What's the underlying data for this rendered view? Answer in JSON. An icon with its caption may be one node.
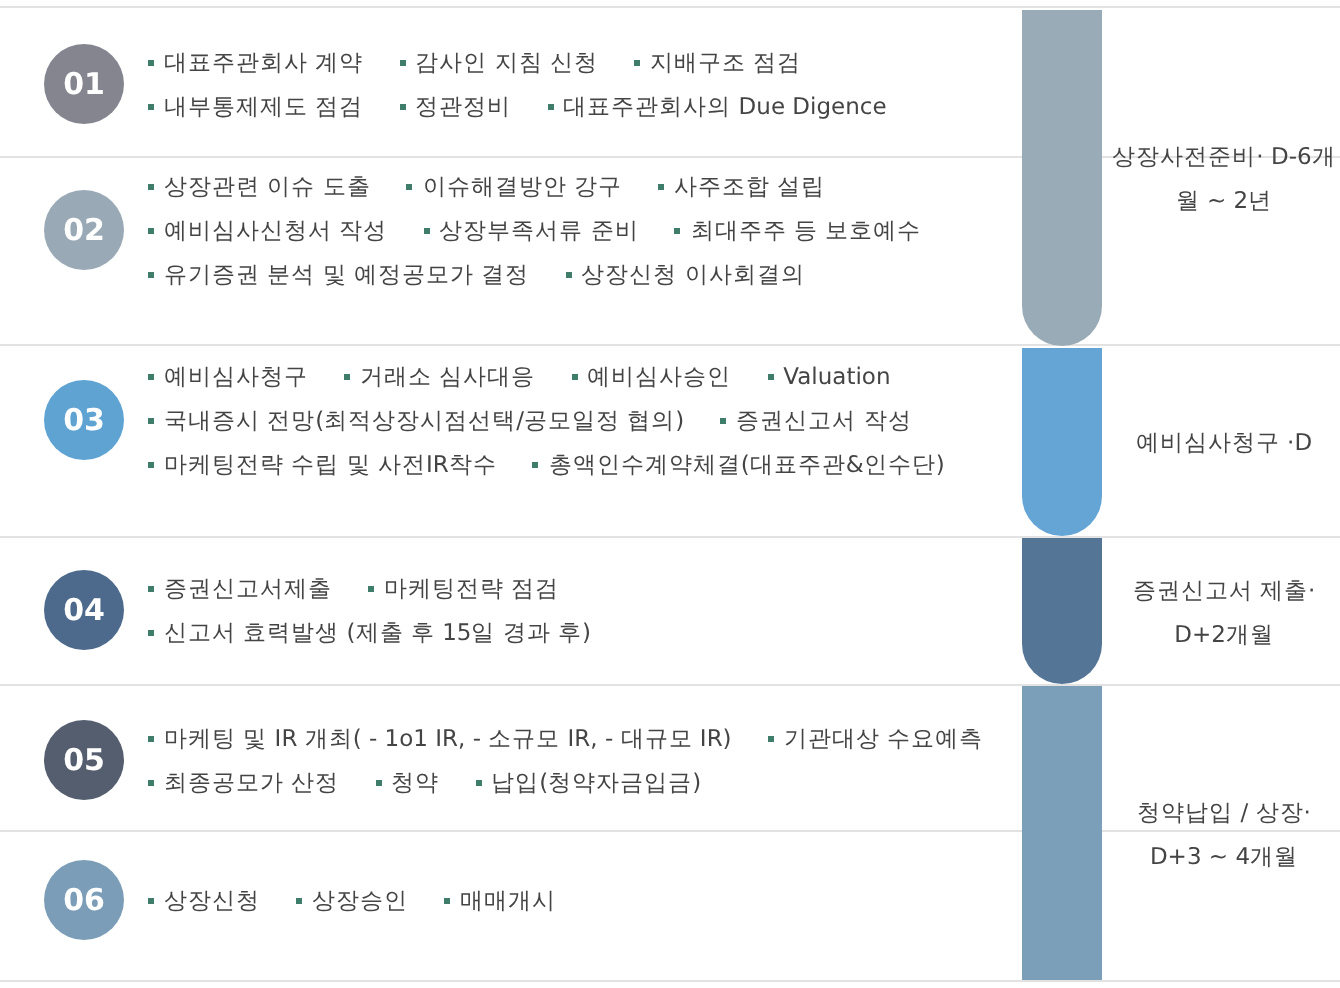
{
  "diagram": {
    "nodes": [
      {
        "text": [
          "01"
        ],
        "beside": [
          "대표주관회사 계약",
          "감사인 지침 신청",
          "지배구조 점검",
          "내부통제제도 점검",
          "정관정비",
          "대표주관회사의 Due Digence"
        ]
      },
      {
        "text": [
          "02"
        ],
        "beside": [
          "상장관련 이슈 도출",
          "이슈해결방안 강구",
          "사주조합 설립",
          "예비심사신청서 작성",
          "상장부족서류 준비",
          "최대주주 등 보호예수",
          "유기증권 분석 및 예정공모가 결정",
          "상장신청 이사회결의"
        ]
      },
      {
        "text": [
          "03"
        ],
        "beside": [
          "예비심사청구",
          "거래소 심사대응",
          "예비심사승인",
          "Valuation",
          "국내증시 전망(최적상장시점선택/공모일정 협의)",
          "증권신고서 작성",
          "마케팅전략 수립 및 사전IR착수",
          "총액인수계약체결(대표주관&인수단)"
        ]
      },
      {
        "text": [
          "04"
        ],
        "beside": [
          "증권신고서제출",
          "마케팅전략 점검",
          "신고서 효력발생 (제출 후 15일 경과 후)"
        ]
      },
      {
        "text": [
          "05"
        ],
        "beside": [
          "마케팅 및 IR 개최( - 1o1 IR, - 소규모 IR, - 대규모 IR)",
          "기관대상 수요예측",
          "최종공모가 산정",
          "청약",
          "납입(청약자금입금)"
        ]
      },
      {
        "text": [
          "06"
        ],
        "beside": [
          "상장신청",
          "상장승인",
          "매매개시"
        ]
      },
      {
        "text": [],
        "shape": "bar",
        "beside": [
          "상장사전준비· D-6개월 ~ 2년"
        ]
      },
      {
        "text": [],
        "shape": "bar",
        "beside": [
          "예비심사청구 ·D"
        ]
      },
      {
        "text": [],
        "shape": "bar",
        "beside": [
          "증권신고서 제출· D+2개월"
        ]
      },
      {
        "text": [],
        "shape": "bar",
        "beside": [
          "청약납입 / 상장· D+3 ~ 4개월"
        ]
      }
    ],
    "edges": []
  }
}
